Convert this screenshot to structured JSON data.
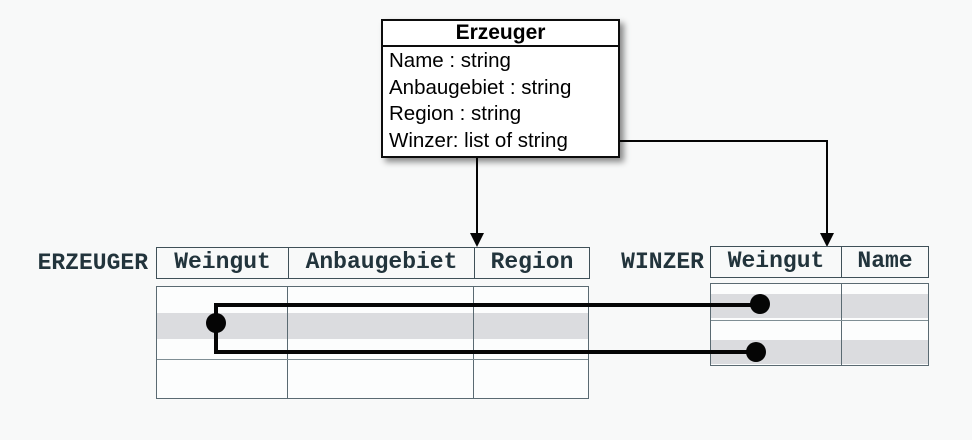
{
  "class_box": {
    "title": "Erzeuger",
    "attributes": [
      "Name : string",
      "Anbaugebiet : string",
      "Region : string",
      "Winzer: list of string"
    ]
  },
  "erzeuger_table": {
    "label": "ERZEUGER",
    "columns": [
      "Weingut",
      "Anbaugebiet",
      "Region"
    ]
  },
  "winzer_table": {
    "label": "WINZER",
    "columns": [
      "Weingut",
      "Name"
    ]
  },
  "colors": {
    "bg": "#f8f9f9",
    "table_border": "#3f5058",
    "body_border": "#5a6a72",
    "grid_line": "#7f8e94",
    "table_text": "#22343c",
    "row_highlight": "#dbdcdf",
    "connector": "#050505",
    "box_border": "#0d0d0d",
    "box_bg": "#ffffff"
  }
}
